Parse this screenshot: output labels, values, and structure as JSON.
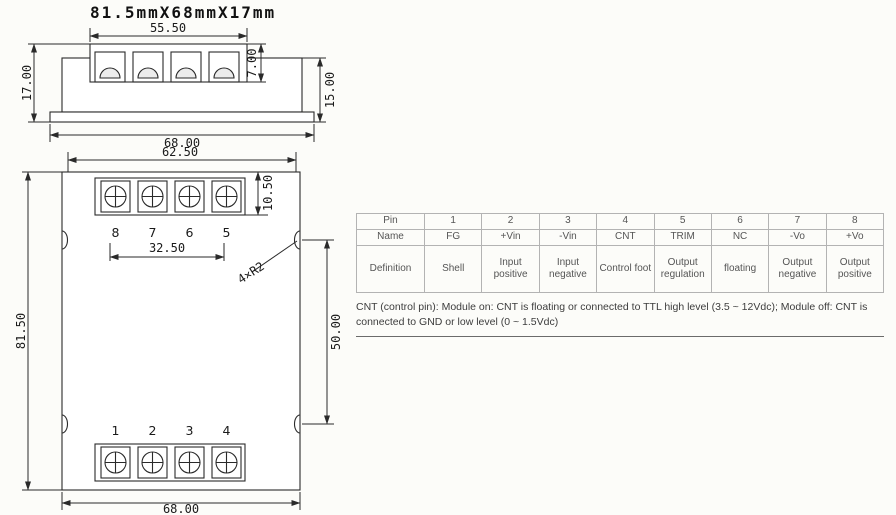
{
  "title": "81.5mmX68mmX17mm",
  "side_view": {
    "dim_terminal_width": "55.50",
    "dim_terminal_height": "7.00",
    "dim_body_height": "15.00",
    "dim_total_height": "17.00",
    "dim_total_width": "68.00"
  },
  "top_view": {
    "dim_top_width": "62.50",
    "dim_block_depth": "10.50",
    "top_pins": [
      "8",
      "7",
      "6",
      "5"
    ],
    "dim_pin_span": "32.50",
    "corner_radius_note": "4×R2",
    "dim_notch_span": "50.00",
    "dim_total_height": "81.50",
    "bottom_pins": [
      "1",
      "2",
      "3",
      "4"
    ],
    "dim_total_width": "68.00"
  },
  "pin_table": {
    "row_labels": [
      "Pin",
      "Name",
      "Definition"
    ],
    "pins": [
      "1",
      "2",
      "3",
      "4",
      "5",
      "6",
      "7",
      "8"
    ],
    "names": [
      "FG",
      "+Vin",
      "-Vin",
      "CNT",
      "TRIM",
      "NC",
      "-Vo",
      "+Vo"
    ],
    "definitions": [
      "Shell",
      "Input positive",
      "Input negative",
      "Control foot",
      "Output regulation",
      "floating",
      "Output negative",
      "Output positive"
    ],
    "note": "CNT (control pin): Module on: CNT is floating or connected to TTL high level (3.5 ~ 12Vdc); Module off: CNT is connected to GND or low level (0 ~ 1.5Vdc)"
  }
}
